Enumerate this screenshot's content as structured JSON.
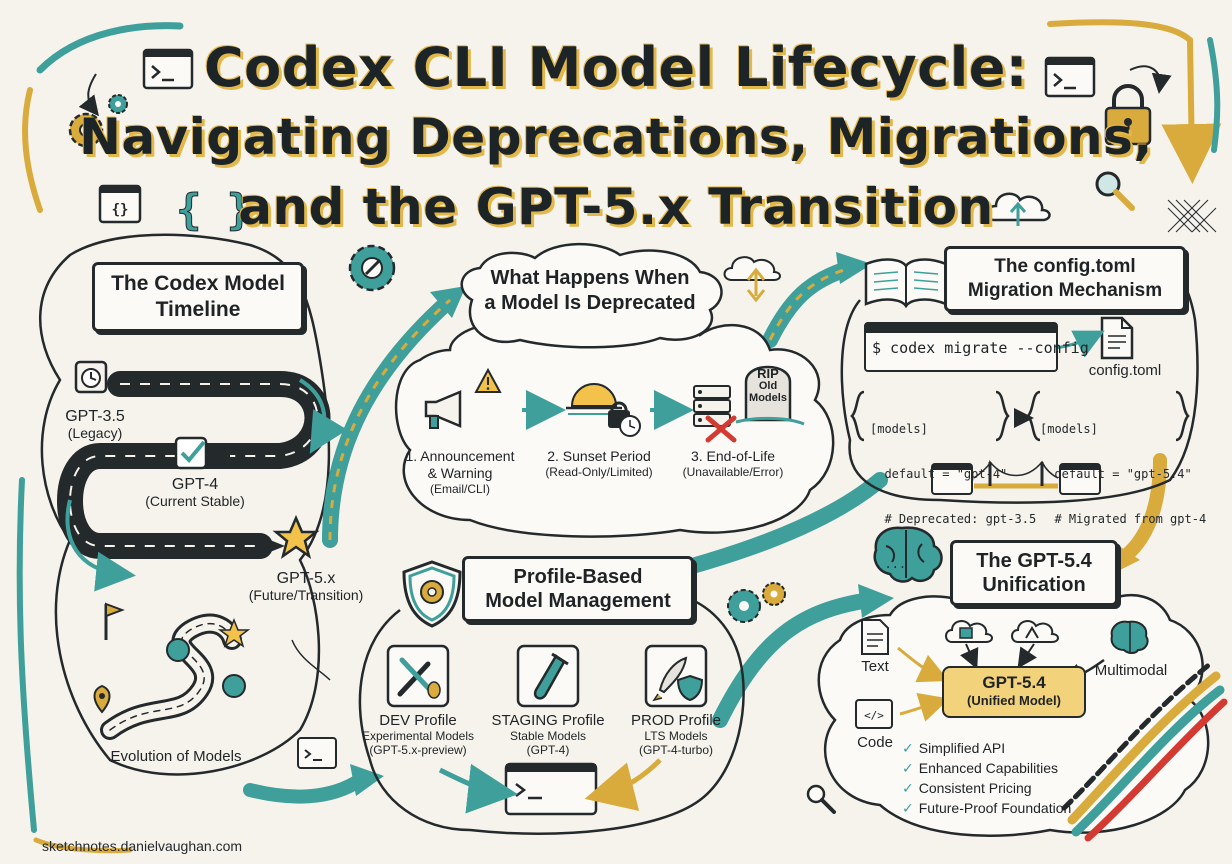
{
  "title": {
    "line1": "Codex CLI Model Lifecycle:",
    "line2": "Navigating Deprecations, Migrations,",
    "line3": "and the GPT-5.x Transition"
  },
  "timeline": {
    "heading_line1": "The Codex Model Timeline",
    "heading_line2": "",
    "gpt35": {
      "name": "GPT-3.5",
      "status": "(Legacy)"
    },
    "gpt4": {
      "name": "GPT-4",
      "status": "(Current Stable)"
    },
    "gpt5": {
      "name": "GPT-5.x",
      "status": "(Future/Transition)"
    },
    "evolution": "Evolution of Models"
  },
  "deprecation": {
    "heading_line1": "What Happens When",
    "heading_line2": "a Model Is Deprecated",
    "tombstone": {
      "line1": "RIP",
      "line2": "Old",
      "line3": "Models"
    },
    "steps": [
      {
        "line1": "1. Announcement",
        "line2": "& Warning",
        "line3": "(Email/CLI)"
      },
      {
        "line1": "2. Sunset Period",
        "line2": "(Read-Only/Limited)",
        "line3": ""
      },
      {
        "line1": "3. End-of-Life",
        "line2": "(Unavailable/Error)",
        "line3": ""
      }
    ]
  },
  "migration": {
    "heading_line1": "The config.toml",
    "heading_line2": "Migration Mechanism",
    "command": "$ codex migrate --config",
    "file_label": "config.toml",
    "before": [
      "[models]",
      "  default = \"gpt-4\"",
      "  # Deprecated: gpt-3.5",
      "  ..."
    ],
    "after": [
      "[models]",
      "  default = \"gpt-5.4\"",
      "  # Migrated from gpt-4",
      "  ..."
    ]
  },
  "profiles": {
    "heading_line1": "Profile-Based",
    "heading_line2": "Model Management",
    "items": [
      {
        "name": "DEV Profile",
        "line1": "Experimental Models",
        "line2": "(GPT-5.x-preview)"
      },
      {
        "name": "STAGING Profile",
        "line1": "Stable Models",
        "line2": "(GPT-4)"
      },
      {
        "name": "PROD Profile",
        "line1": "LTS Models",
        "line2": "(GPT-4-turbo)"
      }
    ]
  },
  "unification": {
    "heading_line1": "The GPT-5.4",
    "heading_line2": "Unification",
    "inputs": {
      "text": "Text",
      "code": "Code",
      "multimodal": "Multimodal"
    },
    "model_line1": "GPT-5.4",
    "model_line2": "(Unified Model)",
    "benefits": [
      "Simplified API",
      "Enhanced Capabilities",
      "Consistent Pricing",
      "Future-Proof Foundation"
    ]
  },
  "footer": "sketchnotes.danielvaughan.com",
  "colors": {
    "teal": "#3f9f9a",
    "gold": "#d9ab3c",
    "ink": "#24292c",
    "paper": "#f6f3ec",
    "red": "#d23a32"
  }
}
